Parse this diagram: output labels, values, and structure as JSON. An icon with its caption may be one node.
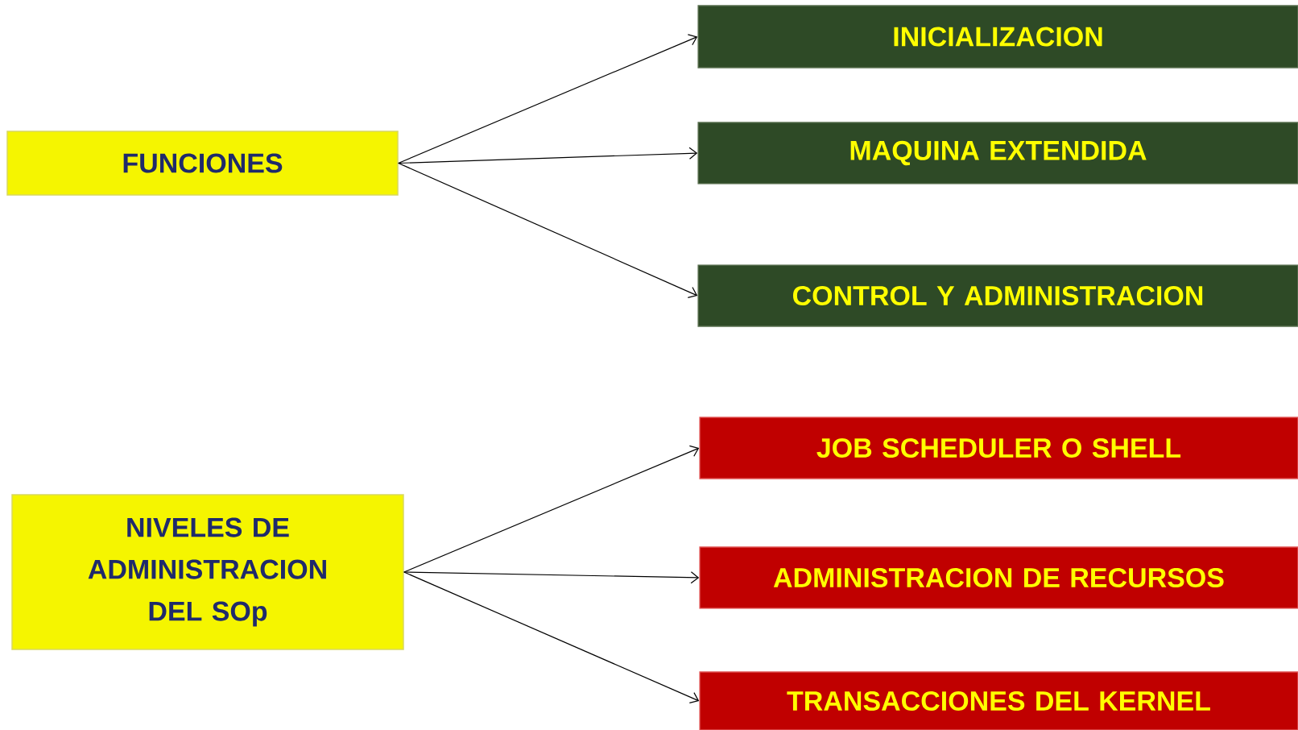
{
  "diagram": {
    "nodes": [
      {
        "text": [
          "FUNCIONES"
        ]
      },
      {
        "text": [
          "INICIALIZACION"
        ]
      },
      {
        "text": [
          "MAQUINA EXTENDIDA"
        ]
      },
      {
        "text": [
          "CONTROL Y ADMINISTRACION"
        ]
      },
      {
        "text": [
          "NIVELES DE ADMINISTRACION DEL SOp"
        ]
      },
      {
        "text": [
          "JOB SCHEDULER O SHELL"
        ]
      },
      {
        "text": [
          "ADMINISTRACION DE RECURSOS"
        ]
      },
      {
        "text": [
          "TRANSACCIONES DEL KERNEL"
        ]
      }
    ],
    "edges": [
      {
        "from": 0,
        "to": 1,
        "arrow": "to"
      },
      {
        "from": 0,
        "to": 2,
        "arrow": "to"
      },
      {
        "from": 0,
        "to": 3,
        "arrow": "to"
      },
      {
        "from": 4,
        "to": 5,
        "arrow": "to"
      },
      {
        "from": 4,
        "to": 6,
        "arrow": "to"
      },
      {
        "from": 4,
        "to": 7,
        "arrow": "to"
      }
    ]
  }
}
